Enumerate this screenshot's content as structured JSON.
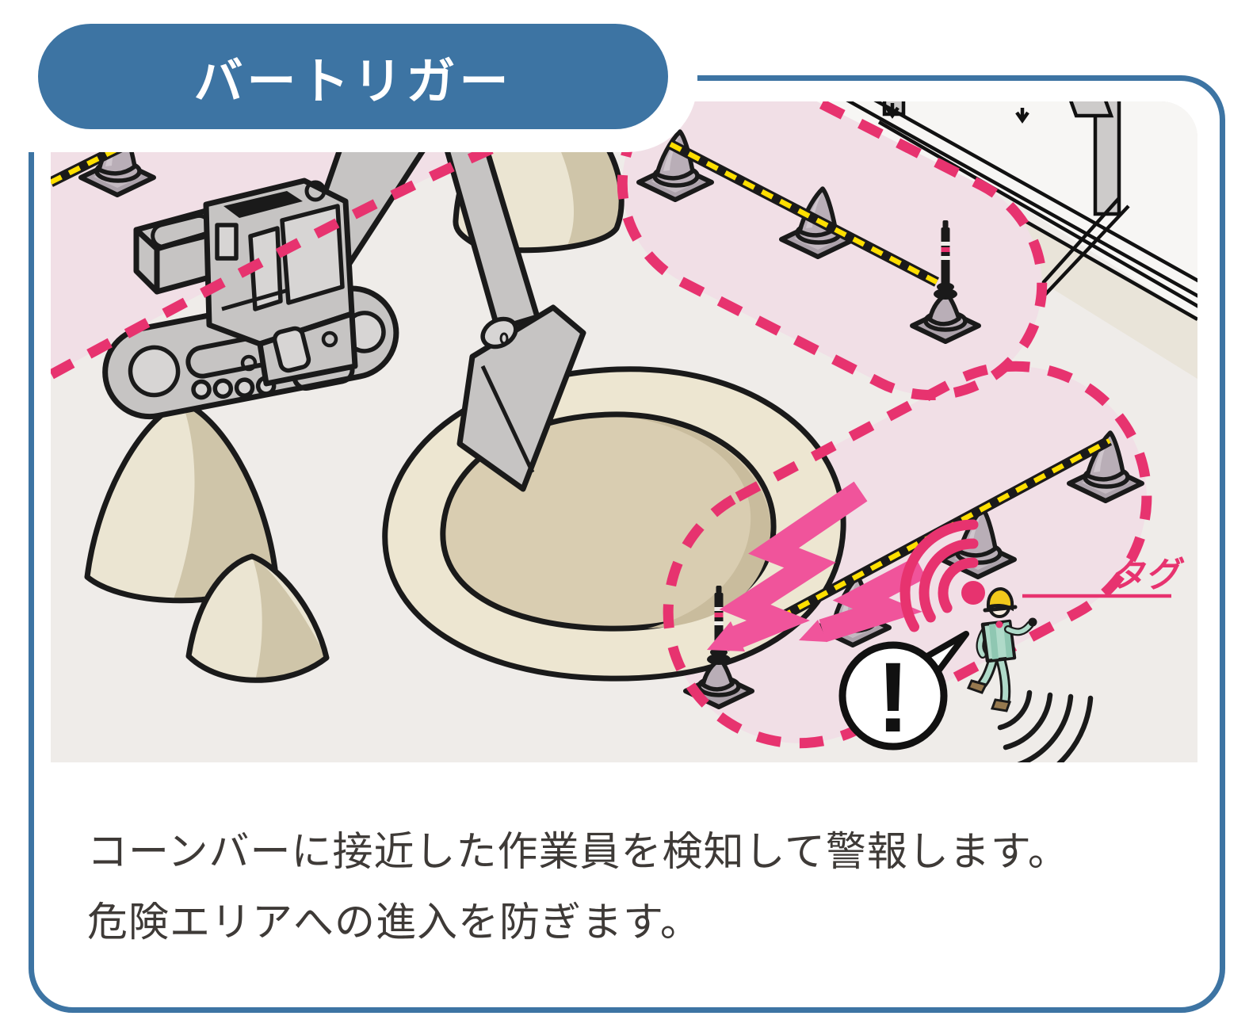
{
  "card": {
    "border_color": "#3D74A3",
    "background": "#FFFFFF"
  },
  "badge": {
    "label": "バートリガー",
    "background": "#3D74A3",
    "text_color": "#FFFFFF"
  },
  "caption": {
    "lines": [
      "コーンバーに接近した作業員を検知して警報します。",
      "危険エリアへの進入を防ぎます。"
    ],
    "text_color": "#3E3A37"
  },
  "illustration": {
    "tag_label": "タグ",
    "alert_symbol": "!",
    "background": "#EFECE9",
    "colors": {
      "danger_zone_fill": "#F1DFE6",
      "danger_dash": "#E7336F",
      "lightning": "#F0549B",
      "bar_yellow": "#FFDF00",
      "bar_black": "#1A1A1A",
      "cone_gray": "#B9AEB7",
      "mound_light": "#EBE5D2",
      "mound_dark": "#CFC5A9",
      "pit_rim": "#EDE6D1",
      "pit_inner": "#D9CDB1",
      "pit_shadow": "#C9BC9D",
      "machine_gray": "#C6C4C3",
      "worker_uniform": "#AFDAC9",
      "worker_vest": "#8FC7B2",
      "helmet_yellow": "#F2C91B",
      "shoe_brown": "#96794F",
      "steel_white": "#F7F6F4",
      "ground_band": "#E9E4D9"
    },
    "elements": [
      "excavator",
      "excavation-pit",
      "dirt-mounds",
      "cone-bars",
      "bar-trigger-sensor-poles",
      "danger-zones",
      "steel-frame",
      "worker-with-tag",
      "radio-wave-icon",
      "alert-bubble",
      "lightning-bolts",
      "motion-arcs",
      "tag-callout"
    ]
  }
}
